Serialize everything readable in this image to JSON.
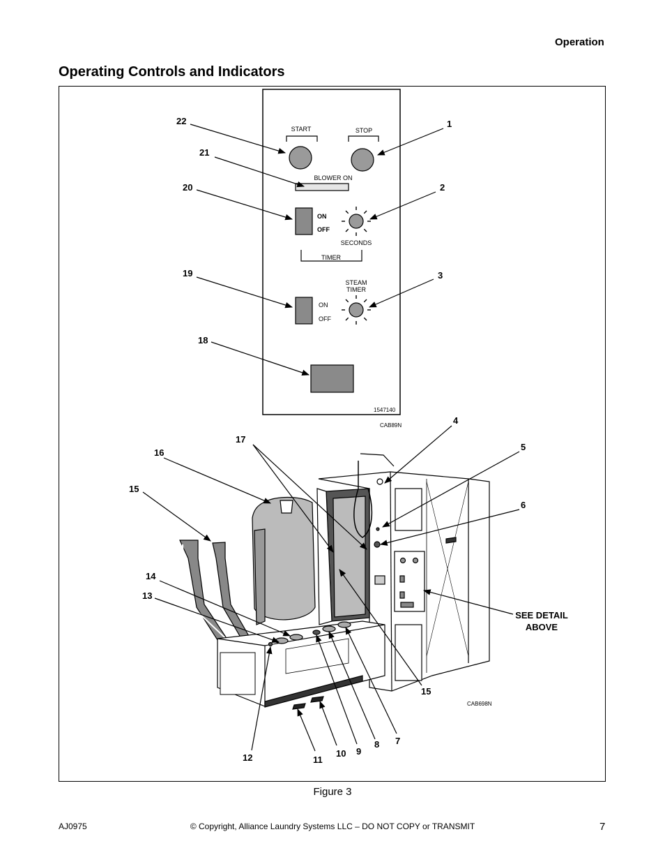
{
  "header": {
    "section": "Operation"
  },
  "title": "Operating Controls and Indicators",
  "panel": {
    "start": "START",
    "stop": "STOP",
    "blower_on": "BLOWER ON",
    "on1": "ON",
    "off1": "OFF",
    "seconds": "SECONDS",
    "timer": "TIMER",
    "steam_timer_1": "STEAM",
    "steam_timer_2": "TIMER",
    "on2": "ON",
    "off2": "OFF",
    "part_no": "1547140",
    "ref1": "CAB89N"
  },
  "callouts": {
    "c1": "1",
    "c2": "2",
    "c3": "3",
    "c4": "4",
    "c5": "5",
    "c6": "6",
    "c7": "7",
    "c8": "8",
    "c9": "9",
    "c10": "10",
    "c11": "11",
    "c12": "12",
    "c13": "13",
    "c14": "14",
    "c15a": "15",
    "c15b": "15",
    "c16": "16",
    "c17": "17",
    "c18": "18",
    "c19": "19",
    "c20": "20",
    "c21": "21",
    "c22": "22"
  },
  "see_detail_1": "SEE DETAIL",
  "see_detail_2": "ABOVE",
  "ref2": "CAB698N",
  "caption": "Figure 3",
  "footer": {
    "doc_id": "AJ0975",
    "copyright": "© Copyright, Alliance Laundry Systems LLC – DO NOT COPY or TRANSMIT",
    "page": "7"
  }
}
